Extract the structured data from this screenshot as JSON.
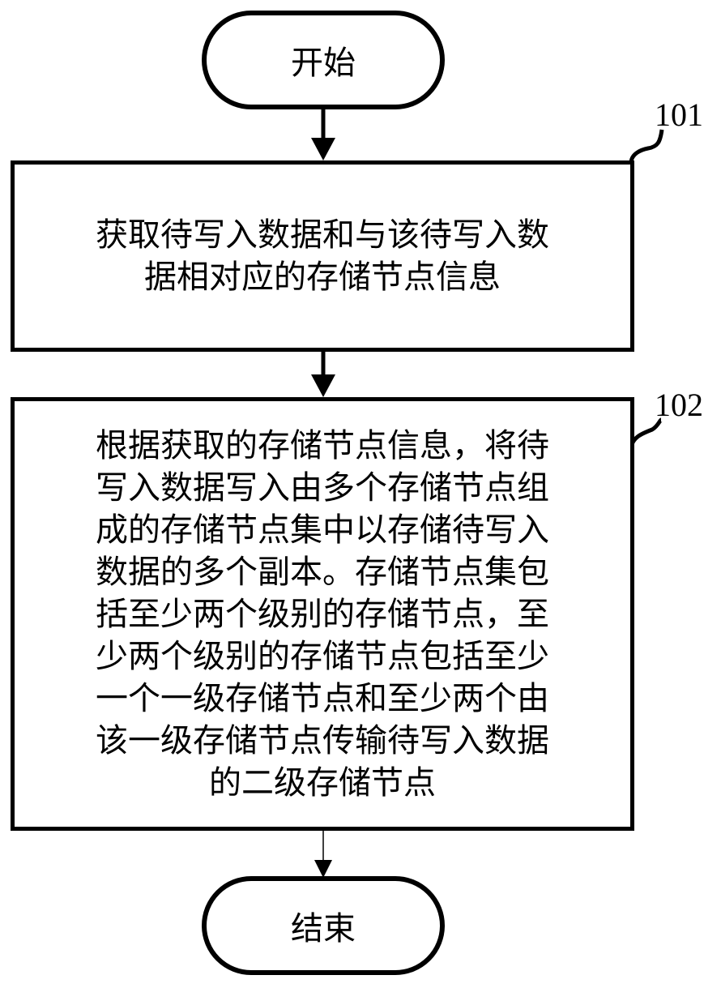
{
  "flowchart": {
    "start": {
      "label": "开始"
    },
    "steps": [
      {
        "ref": "101",
        "lines": [
          "获取待写入数据和与该待写入数",
          "据相对应的存储节点信息"
        ]
      },
      {
        "ref": "102",
        "lines": [
          "根据获取的存储节点信息，将待",
          "写入数据写入由多个存储节点组",
          "成的存储节点集中以存储待写入",
          "数据的多个副本。存储节点集包",
          "括至少两个级别的存储节点，至",
          "少两个级别的存储节点包括至少",
          "一个一级存储节点和至少两个由",
          "该一级存储节点传输待写入数据",
          "的二级存储节点"
        ]
      }
    ],
    "end": {
      "label": "结束"
    }
  }
}
